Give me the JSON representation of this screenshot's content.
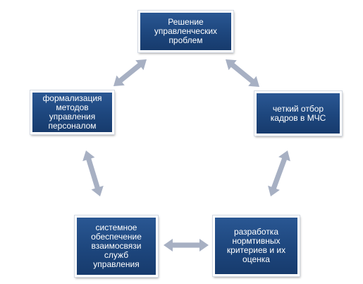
{
  "diagram": {
    "nodes": {
      "top": "Решение\nуправленческих\nпроблем",
      "right": "четкий отбор\nкадров в МЧС",
      "left": "формализация\nметодов\nуправления\nперсоналом",
      "bottom_left": "системное\nобеспечение\nвзаимосвязи\nслужб\nуправления",
      "bottom_right": "разработка\nнормтивных\nкритериев и их\nоценка"
    },
    "colors": {
      "node_fill": "#1d467d",
      "node_border": "#ffffff",
      "node_text": "#ffffff",
      "arrow_fill": "#a7b0c3"
    },
    "arrows": [
      {
        "from": "top",
        "to": "left",
        "type": "double-headed"
      },
      {
        "from": "top",
        "to": "right",
        "type": "double-headed"
      },
      {
        "from": "left",
        "to": "bottom_left",
        "type": "double-headed"
      },
      {
        "from": "right",
        "to": "bottom_right",
        "type": "double-headed"
      },
      {
        "from": "bottom_left",
        "to": "bottom_right",
        "type": "double-headed"
      }
    ]
  }
}
